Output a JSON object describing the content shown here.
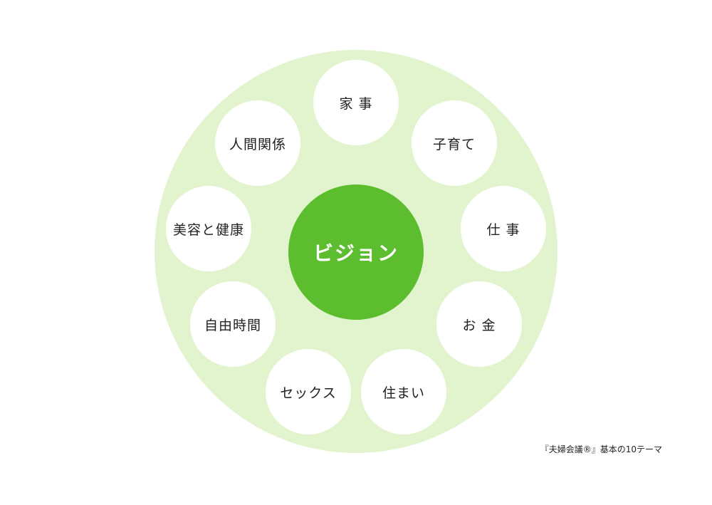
{
  "colors": {
    "ring": "#e1f4cd",
    "center": "#5cbd2e",
    "node": "#ffffff",
    "text": "#222222",
    "center_text": "#ffffff"
  },
  "diagram": {
    "center_label": "ビジョン",
    "themes": [
      {
        "label": "家 事"
      },
      {
        "label": "子育て"
      },
      {
        "label": "仕 事"
      },
      {
        "label": "お 金"
      },
      {
        "label": "住まい"
      },
      {
        "label": "セックス"
      },
      {
        "label": "自由時間"
      },
      {
        "label": "美容と健康"
      },
      {
        "label": "人間関係"
      }
    ]
  },
  "caption": "『夫婦会議®』基本の10テーマ"
}
